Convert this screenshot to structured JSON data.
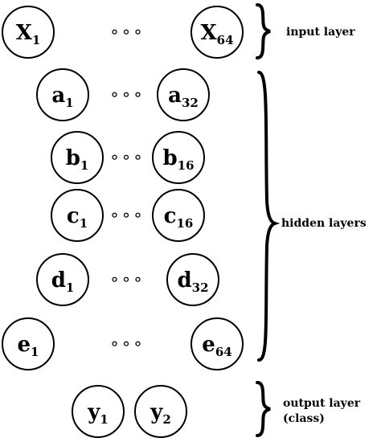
{
  "diagram": {
    "ellipsis": "∘∘∘",
    "layers": [
      {
        "id": "x",
        "nodes": [
          {
            "base": "X",
            "sub": "1"
          },
          {
            "base": "X",
            "sub": "64"
          }
        ]
      },
      {
        "id": "a",
        "nodes": [
          {
            "base": "a",
            "sub": "1"
          },
          {
            "base": "a",
            "sub": "32"
          }
        ]
      },
      {
        "id": "b",
        "nodes": [
          {
            "base": "b",
            "sub": "1"
          },
          {
            "base": "b",
            "sub": "16"
          }
        ]
      },
      {
        "id": "c",
        "nodes": [
          {
            "base": "c",
            "sub": "1"
          },
          {
            "base": "c",
            "sub": "16"
          }
        ]
      },
      {
        "id": "d",
        "nodes": [
          {
            "base": "d",
            "sub": "1"
          },
          {
            "base": "d",
            "sub": "32"
          }
        ]
      },
      {
        "id": "e",
        "nodes": [
          {
            "base": "e",
            "sub": "1"
          },
          {
            "base": "e",
            "sub": "64"
          }
        ]
      },
      {
        "id": "y",
        "nodes": [
          {
            "base": "y",
            "sub": "1"
          },
          {
            "base": "y",
            "sub": "2"
          }
        ]
      }
    ],
    "labels": {
      "input": "input layer",
      "hidden": "hidden layers",
      "output_line1": "output layer",
      "output_line2": "(class)"
    }
  }
}
